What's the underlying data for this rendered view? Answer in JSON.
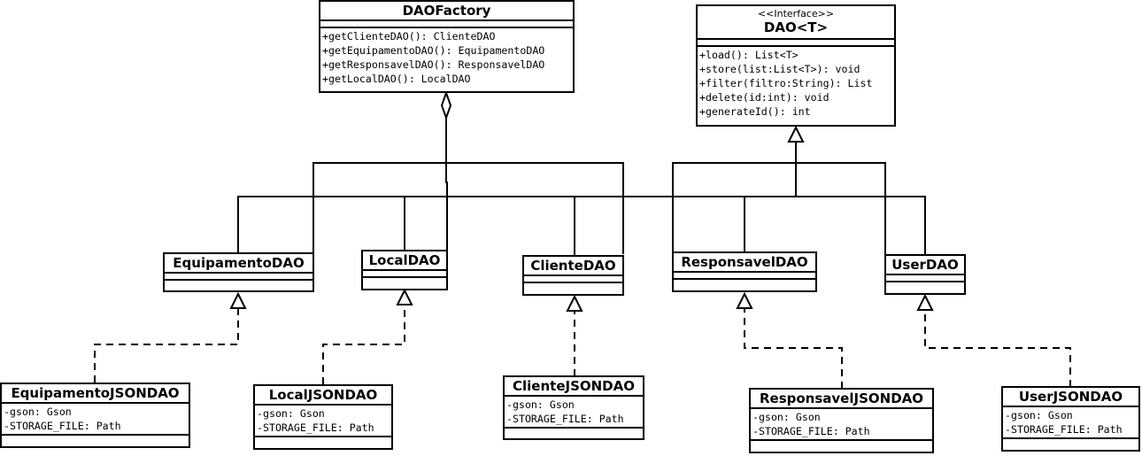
{
  "classes": {
    "dao_factory": {
      "name": "DAOFactory",
      "operations": [
        "+getClienteDAO(): ClienteDAO",
        "+getEquipamentoDAO(): EquipamentoDAO",
        "+getResponsavelDAO(): ResponsavelDAO",
        "+getLocalDAO(): LocalDAO"
      ]
    },
    "dao": {
      "stereotype": "<<Interface>>",
      "name": "DAO<T>",
      "operations": [
        "+load(): List<T>",
        "+store(list:List<T>): void",
        "+filter(filtro:String): List",
        "+delete(id:int): void",
        "+generateId(): int"
      ]
    },
    "equipamento_dao": {
      "name": "EquipamentoDAO"
    },
    "local_dao": {
      "name": "LocalDAO"
    },
    "cliente_dao": {
      "name": "ClienteDAO"
    },
    "responsavel_dao": {
      "name": "ResponsavelDAO"
    },
    "user_dao": {
      "name": "UserDAO"
    },
    "equipamento_json_dao": {
      "name": "EquipamentoJSONDAO",
      "attributes": [
        "-gson: Gson",
        "-STORAGE_FILE: Path"
      ]
    },
    "local_json_dao": {
      "name": "LocalJSONDAO",
      "attributes": [
        "-gson: Gson",
        "-STORAGE_FILE: Path"
      ]
    },
    "cliente_json_dao": {
      "name": "ClienteJSONDAO",
      "attributes": [
        "-gson: Gson",
        "-STORAGE_FILE: Path"
      ]
    },
    "responsavel_json_dao": {
      "name": "ResponsavelJSONDAO",
      "attributes": [
        "-gson: Gson",
        "-STORAGE_FILE: Path"
      ]
    },
    "user_json_dao": {
      "name": "UserJSONDAO",
      "attributes": [
        "-gson: Gson",
        "-STORAGE_FILE: Path"
      ]
    }
  }
}
